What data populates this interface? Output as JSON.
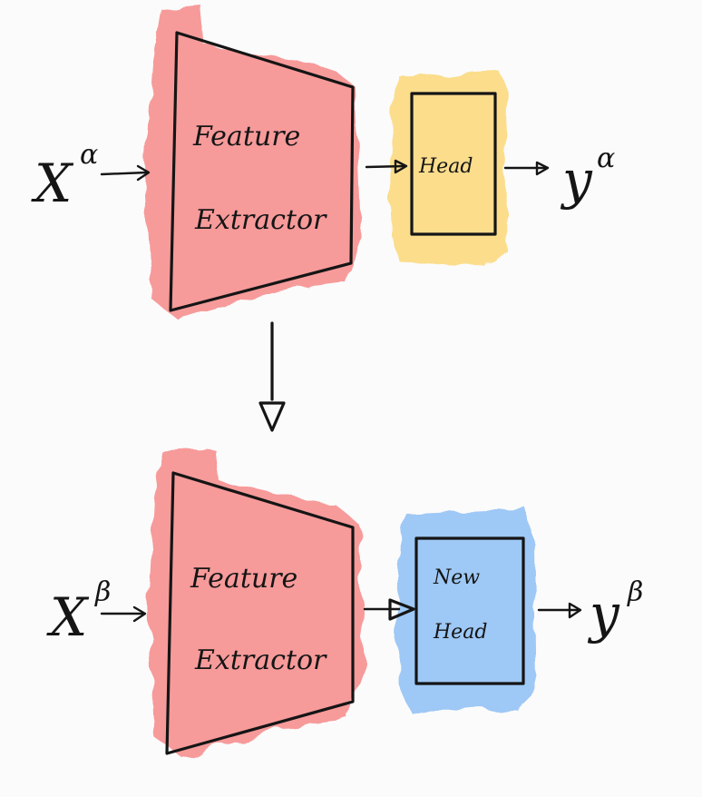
{
  "colors": {
    "feature_extractor": "#f79a9a",
    "head": "#fbdd8c",
    "new_head": "#9ec8f5",
    "ink": "#151515",
    "background": "#fbfbfb"
  },
  "top": {
    "input": {
      "symbol": "X",
      "superscript": "α"
    },
    "extractor": {
      "line1": "Feature",
      "line2": "Extractor"
    },
    "head": {
      "label": "Head"
    },
    "output": {
      "symbol": "y",
      "superscript": "α"
    }
  },
  "bottom": {
    "input": {
      "symbol": "X",
      "superscript": "β"
    },
    "extractor": {
      "line1": "Feature",
      "line2": "Extractor"
    },
    "head": {
      "line1": "New",
      "line2": "Head"
    },
    "output": {
      "symbol": "y",
      "superscript": "β"
    }
  }
}
